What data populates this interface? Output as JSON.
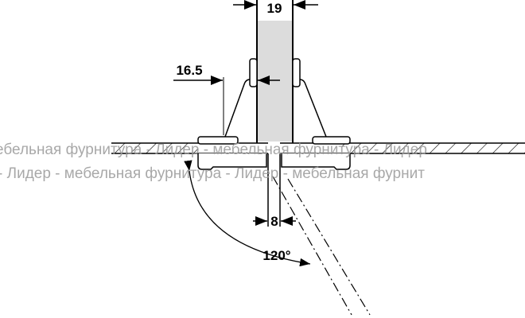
{
  "dimensions": {
    "glass_thickness": "19",
    "offset": "16.5",
    "gap": "8",
    "opening_angle": "120°"
  },
  "watermark": {
    "line1": "ебельная фурнитура - Лидер - мебельная фурнитура - Лидер",
    "line2": "- Лидер - мебельная фурнитура - Лидер - мебельная фурнит"
  },
  "colors": {
    "glass": "#dcdcdc",
    "line": "#000000",
    "watermark": "#9a9a9a"
  }
}
